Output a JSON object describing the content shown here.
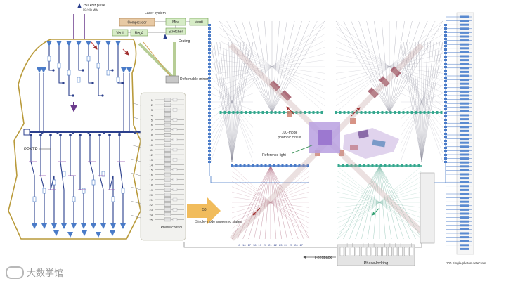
{
  "labels": {
    "pulse": "250 kHz pulse",
    "pulse_sub": "50 (<5) MHz",
    "laser_system": "Laser system",
    "compressor": "Compressor",
    "mira": "Mira",
    "verdi_top": "Verdi",
    "regen": "RegA",
    "verdi_left": "Verdi",
    "stretcher": "Stretcher",
    "grating": "Grating",
    "deformable_mirrors": "Deformable mirrors",
    "ppktp": "PPKTP",
    "single_mode_num": "50",
    "single_mode": "Single-mode squeezed states",
    "phase_control": "Phase control",
    "photonic_circuit_1": "100-mode",
    "photonic_circuit_2": "photonic circuit",
    "reference_light": "Reference light",
    "feedback": "Feedback",
    "phase_locking": "Phase-locking",
    "detectors": "100 Single-photon detectors"
  },
  "channel_numbers_left": [
    "1",
    "2",
    "3",
    "4",
    "5",
    "6",
    "7",
    "8",
    "9",
    "10",
    "11",
    "12",
    "13",
    "14",
    "15",
    "16",
    "17",
    "18",
    "19",
    "20",
    "21",
    "22",
    "23",
    "24",
    "25"
  ],
  "channel_numbers_bottom": [
    "15",
    "16",
    "17",
    "18",
    "19",
    "20",
    "21",
    "22",
    "23",
    "24",
    "25",
    "26",
    "27"
  ],
  "watermark": "大数学馆",
  "colors": {
    "blue": "#4a7bc8",
    "dark_blue": "#2b3f8c",
    "teal": "#36a88f",
    "purple": "#6b3a8c",
    "maroon": "#8c3a4a",
    "orange": "#d8a06a",
    "gold": "#c8a050",
    "lavender": "#b9a0e0"
  }
}
